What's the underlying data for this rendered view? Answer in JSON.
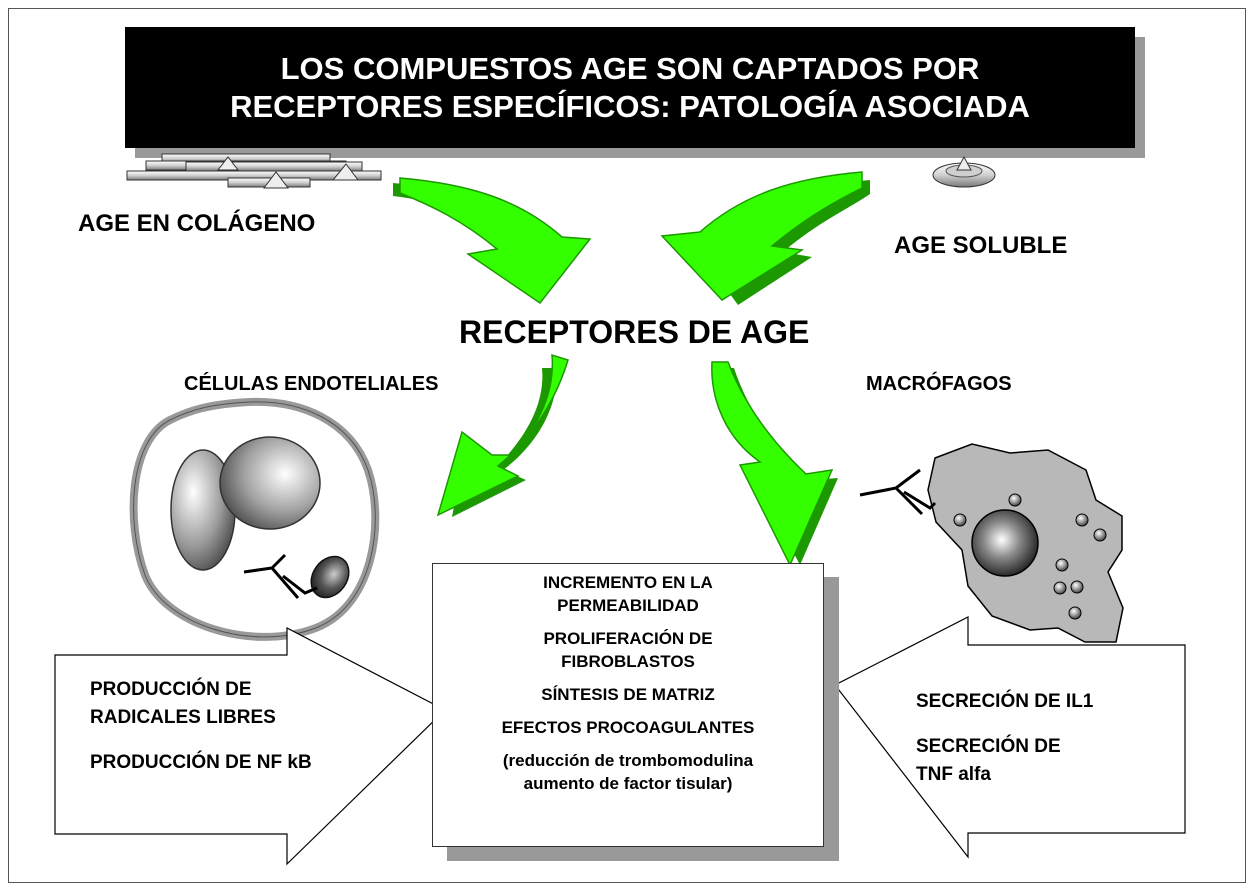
{
  "title": {
    "line1": "LOS COMPUESTOS AGE SON CAPTADOS POR",
    "line2": "RECEPTORES ESPECÍFICOS: PATOLOGÍA ASOCIADA"
  },
  "labels": {
    "age_colageno": "AGE EN COLÁGENO",
    "age_soluble": "AGE SOLUBLE",
    "receptores": "RECEPTORES DE AGE",
    "celulas": "CÉLULAS ENDOTELIALES",
    "macrofagos": "MACRÓFAGOS"
  },
  "left_box": {
    "line1": "PRODUCCIÓN DE",
    "line2": "RADICALES LIBRES",
    "line3": "PRODUCCIÓN DE NF kB"
  },
  "center_box": {
    "l1": "INCREMENTO EN LA",
    "l2": "PERMEABILIDAD",
    "l3": "PROLIFERACIÓN DE",
    "l4": "FIBROBLASTOS",
    "l5": "SÍNTESIS DE MATRIZ",
    "l6": "EFECTOS PROCOAGULANTES",
    "l7": "(reducción de trombomodulina",
    "l8": "aumento de factor tisular)"
  },
  "right_box": {
    "line1": "SECRECIÓN DE IL1",
    "line2": "SECRECIÓN DE",
    "line3": "TNF alfa"
  },
  "colors": {
    "arrow_fill": "#33ff00",
    "arrow_shade": "#1c9900",
    "title_bg": "#000000",
    "title_text": "#ffffff"
  }
}
